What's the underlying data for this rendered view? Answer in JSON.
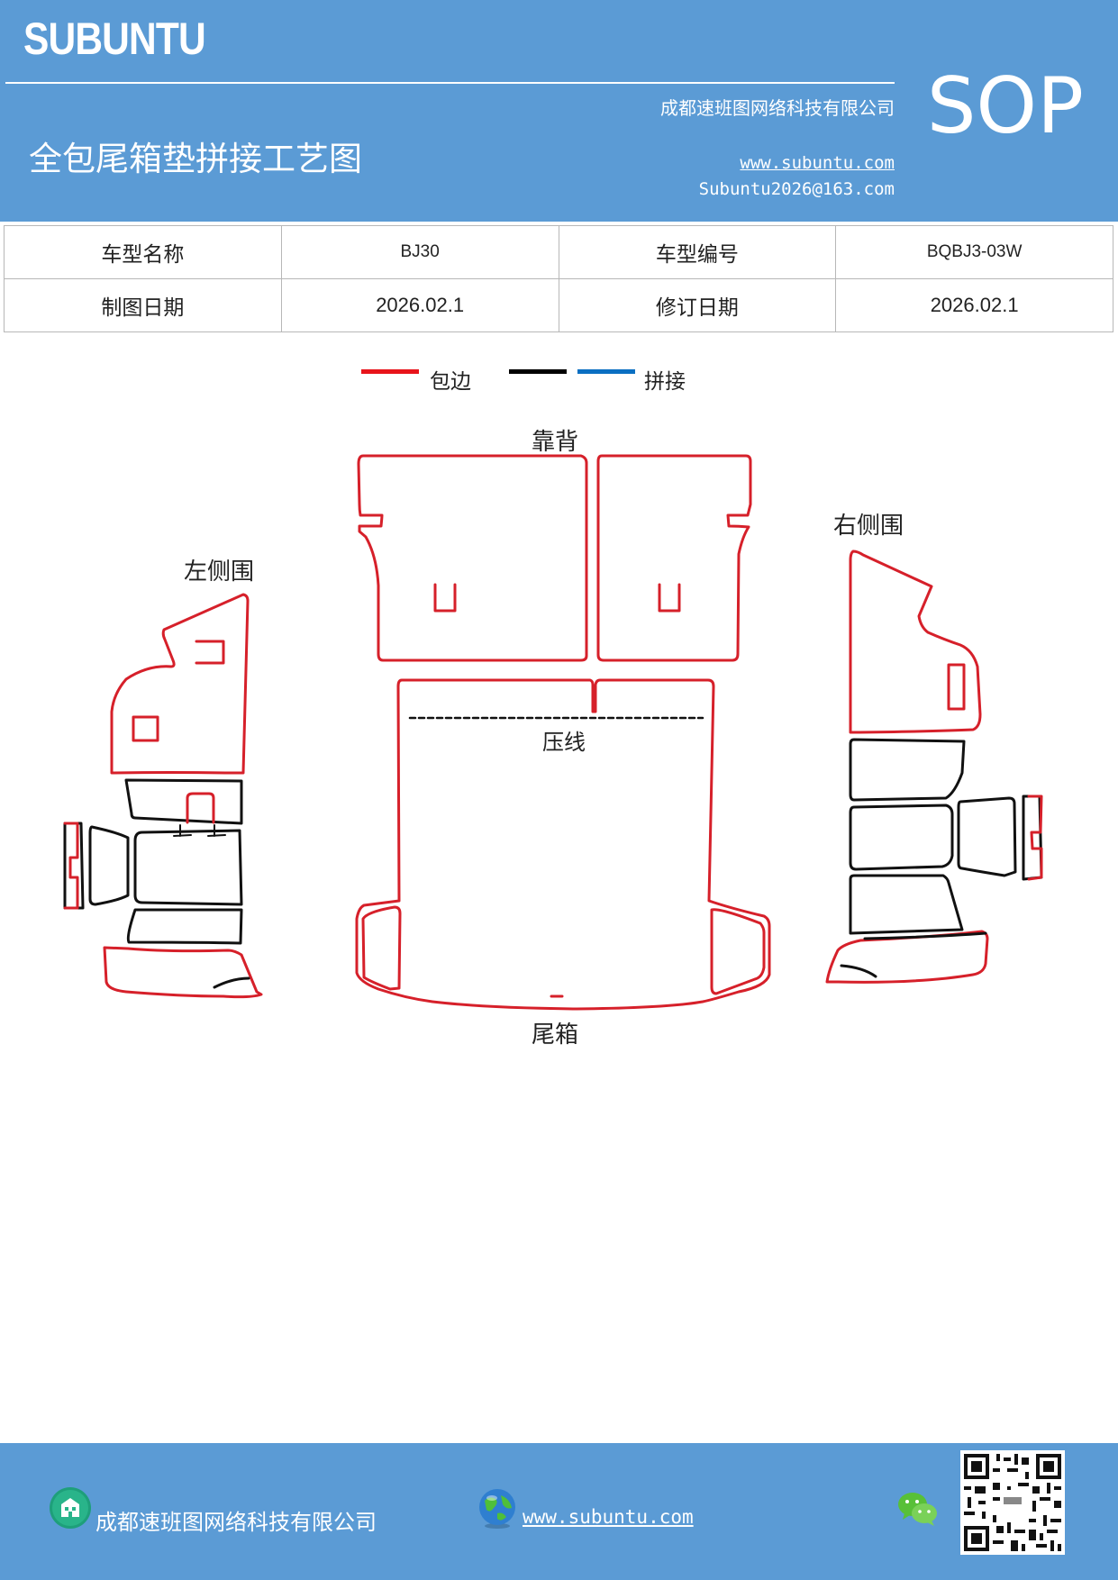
{
  "header": {
    "brand": "SUBUNTU",
    "company": "成都速班图网络科技有限公司",
    "title": "全包尾箱垫拼接工艺图",
    "url": "www.subuntu.com",
    "email": "Subuntu2026@163.com",
    "sop": "SOP"
  },
  "info": {
    "model_name_label": "车型名称",
    "model_name": "BJ30",
    "model_code_label": "车型编号",
    "model_code": "BQBJ3-03W",
    "draw_date_label": "制图日期",
    "draw_date": "2026.02.1",
    "revise_date_label": "修订日期",
    "revise_date": "2026.02.1"
  },
  "legend": {
    "edge_label": "包边",
    "splice_label": "拼接",
    "colors": {
      "edge": "#e8141b",
      "black": "#000000",
      "splice": "#0a6fc2"
    }
  },
  "diagram": {
    "backrest": "靠背",
    "left_side": "左侧围",
    "right_side": "右侧围",
    "press_line": "压线",
    "trunk": "尾箱"
  },
  "footer": {
    "company": "成都速班图网络科技有限公司",
    "url": "www.subuntu.com"
  }
}
